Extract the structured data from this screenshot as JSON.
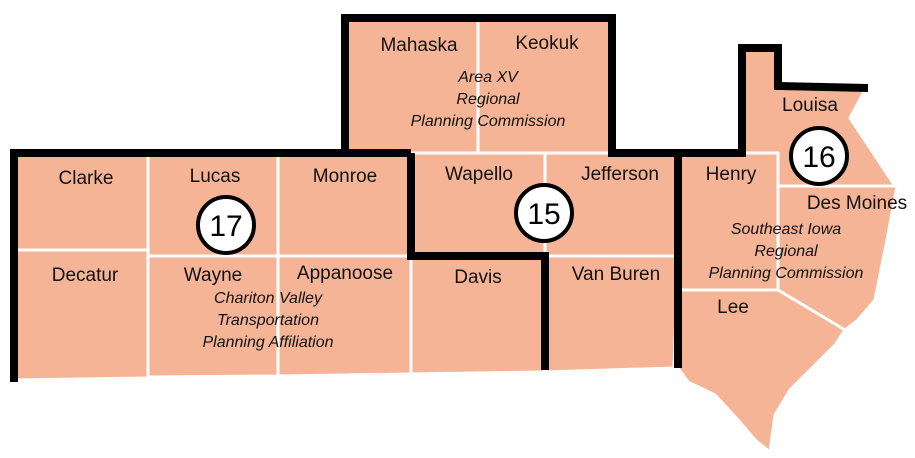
{
  "counties": {
    "clarke": "Clarke",
    "lucas": "Lucas",
    "monroe": "Monroe",
    "decatur": "Decatur",
    "wayne": "Wayne",
    "appanoose": "Appanoose",
    "mahaska": "Mahaska",
    "keokuk": "Keokuk",
    "wapello": "Wapello",
    "jefferson": "Jefferson",
    "davis": "Davis",
    "van_buren": "Van Buren",
    "louisa": "Louisa",
    "henry": "Henry",
    "des_moines": "Des Moines",
    "lee": "Lee"
  },
  "regions": {
    "r17": {
      "number": "17",
      "lines": [
        "Chariton Valley",
        "Transportation",
        "Planning Affiliation"
      ]
    },
    "r15": {
      "number": "15",
      "lines": [
        "Area XV",
        "Regional",
        "Planning Commission"
      ]
    },
    "r16": {
      "number": "16",
      "lines": [
        "Southeast Iowa",
        "Regional",
        "Planning Commission"
      ]
    }
  },
  "colors": {
    "county_fill": "#f6b497",
    "county_border": "#ffffff",
    "region_boundary": "#000000"
  }
}
